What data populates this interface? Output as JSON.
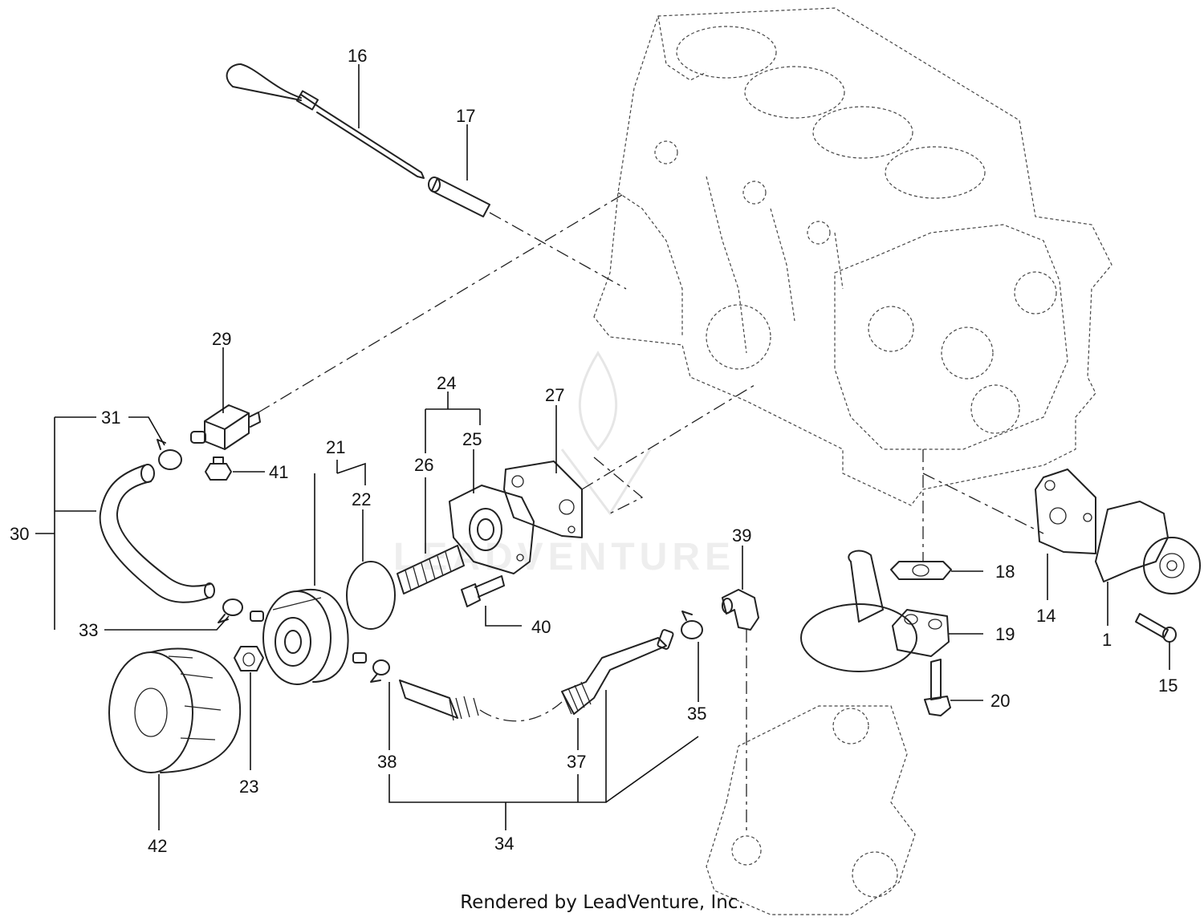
{
  "diagram": {
    "watermark_text": "LEADVENTURE",
    "credit": "Rendered by LeadVenture, Inc.",
    "callouts": [
      {
        "id": "16",
        "text": "16"
      },
      {
        "id": "17",
        "text": "17"
      },
      {
        "id": "29",
        "text": "29"
      },
      {
        "id": "31",
        "text": "31"
      },
      {
        "id": "41",
        "text": "41"
      },
      {
        "id": "30",
        "text": "30"
      },
      {
        "id": "33",
        "text": "33"
      },
      {
        "id": "24",
        "text": "24"
      },
      {
        "id": "25",
        "text": "25"
      },
      {
        "id": "26",
        "text": "26"
      },
      {
        "id": "27",
        "text": "27"
      },
      {
        "id": "21",
        "text": "21"
      },
      {
        "id": "22",
        "text": "22"
      },
      {
        "id": "40",
        "text": "40"
      },
      {
        "id": "39",
        "text": "39"
      },
      {
        "id": "18",
        "text": "18"
      },
      {
        "id": "19",
        "text": "19"
      },
      {
        "id": "20",
        "text": "20"
      },
      {
        "id": "14",
        "text": "14"
      },
      {
        "id": "1",
        "text": "1"
      },
      {
        "id": "15",
        "text": "15"
      },
      {
        "id": "23",
        "text": "23"
      },
      {
        "id": "42",
        "text": "42"
      },
      {
        "id": "38",
        "text": "38"
      },
      {
        "id": "37",
        "text": "37"
      },
      {
        "id": "35",
        "text": "35"
      },
      {
        "id": "34",
        "text": "34"
      }
    ]
  }
}
